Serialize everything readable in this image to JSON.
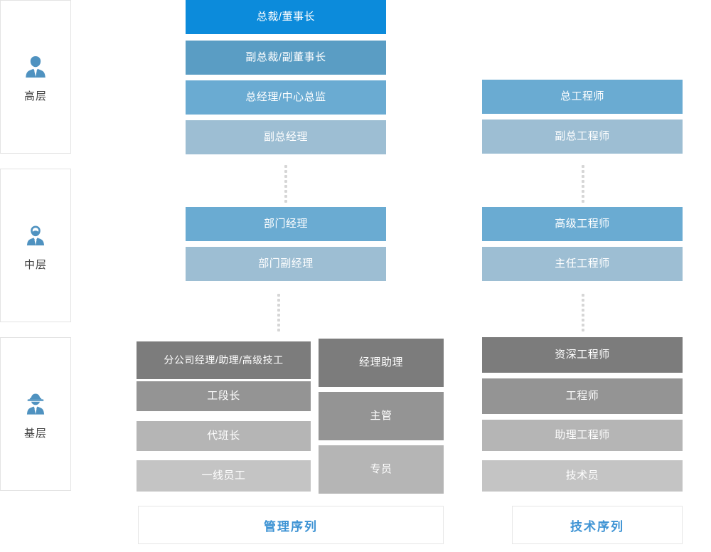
{
  "page": {
    "title": "管理序列与技术序列职级体系图",
    "background": "#ffffff"
  },
  "colors": {
    "accent_blue": "#0c8bdb",
    "blue_2": "#5a9dc4",
    "blue_3": "#6aabd2",
    "blue_4": "#9dbed3",
    "gray_1": "#7c7c7c",
    "gray_2": "#949494",
    "gray_3": "#b5b5b5",
    "gray_4": "#c4c4c4",
    "dot_gray": "#d6d6d6",
    "card_border": "#e3e3e3",
    "label_text": "#444444",
    "sequence_text": "#3d93d4"
  },
  "levels": [
    {
      "label": "高层",
      "icon": "businessman-icon"
    },
    {
      "label": "中层",
      "icon": "person-tie-icon"
    },
    {
      "label": "基层",
      "icon": "worker-helmet-icon"
    }
  ],
  "management_track": {
    "sequence_label": "管理序列",
    "senior": [
      {
        "label": "总裁/董事长",
        "color": "#0c8bdb"
      },
      {
        "label": "副总裁/副董事长",
        "color": "#5a9dc4"
      },
      {
        "label": "总经理/中心总监",
        "color": "#6aabd2"
      },
      {
        "label": "副总经理",
        "color": "#9dbed3"
      }
    ],
    "middle": [
      {
        "label": "部门经理",
        "color": "#6aabd2"
      },
      {
        "label": "部门副经理",
        "color": "#9dbed3"
      }
    ],
    "base_left": [
      {
        "label": "分公司经理/助理/高级技工",
        "color": "#7c7c7c"
      },
      {
        "label": "工段长",
        "color": "#949494"
      },
      {
        "label": "代班长",
        "color": "#b5b5b5"
      },
      {
        "label": "一线员工",
        "color": "#c4c4c4"
      }
    ],
    "base_right": [
      {
        "label": "经理助理",
        "color": "#7c7c7c"
      },
      {
        "label": "主管",
        "color": "#949494"
      },
      {
        "label": "专员",
        "color": "#b5b5b5"
      }
    ]
  },
  "technical_track": {
    "sequence_label": "技术序列",
    "senior": [
      {
        "label": "总工程师",
        "color": "#6aabd2"
      },
      {
        "label": "副总工程师",
        "color": "#9dbed3"
      }
    ],
    "middle": [
      {
        "label": "高级工程师",
        "color": "#6aabd2"
      },
      {
        "label": "主任工程师",
        "color": "#9dbed3"
      }
    ],
    "base": [
      {
        "label": "资深工程师",
        "color": "#7c7c7c"
      },
      {
        "label": "工程师",
        "color": "#949494"
      },
      {
        "label": "助理工程师",
        "color": "#b5b5b5"
      },
      {
        "label": "技术员",
        "color": "#c4c4c4"
      }
    ]
  },
  "connectors": {
    "dot_count": 8,
    "name": "dotted-connector"
  }
}
